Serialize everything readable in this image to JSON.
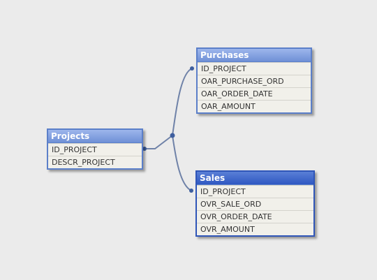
{
  "tables": {
    "projects": {
      "title": "Projects",
      "fields": [
        "ID_PROJECT",
        "DESCR_PROJECT"
      ]
    },
    "purchases": {
      "title": "Purchases",
      "fields": [
        "ID_PROJECT",
        "OAR_PURCHASE_ORD",
        "OAR_ORDER_DATE",
        "OAR_AMOUNT"
      ]
    },
    "sales": {
      "title": "Sales",
      "fields": [
        "ID_PROJECT",
        "OVR_SALE_ORD",
        "OVR_ORDER_DATE",
        "OVR_AMOUNT"
      ]
    }
  },
  "colors": {
    "background": "#ebebeb",
    "connector": "#6f82a8",
    "header": "#7b9be0",
    "active_header": "#2f58c2"
  }
}
